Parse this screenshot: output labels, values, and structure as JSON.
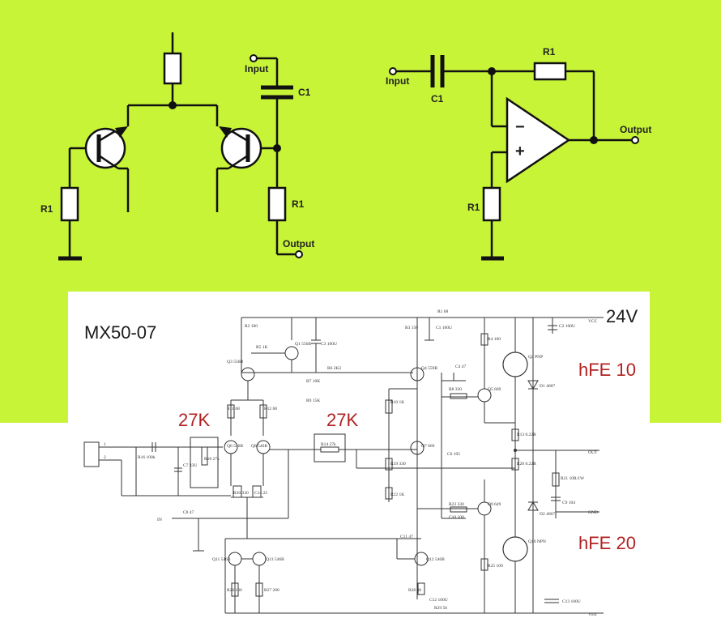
{
  "colors": {
    "green_panel": "#c7f437",
    "red_label": "#b22222",
    "wire": "#111111"
  },
  "top_left": {
    "input_label": "Input",
    "output_label": "Output",
    "capacitor_label": "C1",
    "r_emitter_label": "R1",
    "r_output_label": "R1"
  },
  "top_right": {
    "input_label": "Input",
    "output_label": "Output",
    "capacitor_label": "C1",
    "r_feedback_label": "R1",
    "r_bias_label": "R1",
    "minus": "−",
    "plus": "+"
  },
  "schematic": {
    "title": "MX50-07",
    "supply_label": "24V",
    "hfe_top": "hFE 10",
    "hfe_bottom": "hFE 20",
    "r_left_label": "27K",
    "r_mid_label": "27K",
    "parts": {
      "vcc": "VCC",
      "out": "OUT",
      "gnd": "GND",
      "in": "IN",
      "vee": "VEE",
      "r1": "R1 68",
      "c1": "C1 100U",
      "r2": "R2 100",
      "r3": "R3 150",
      "r4": "R4 100",
      "c2": "C2 100U",
      "r5": "R5 1K",
      "q1": "Q1 556B",
      "c3": "C3 100U",
      "q2": "Q2 PNP",
      "q3": "Q3 556B",
      "r6": "R6 2K2",
      "q4": "Q4 559B",
      "r7": "R7 10K",
      "c4": "C4 47",
      "r8": "R8 330",
      "q5": "Q5 669",
      "d1": "D1 4007",
      "r9": "R9 15K",
      "r11": "R11 68",
      "r12": "R12 68",
      "r10": "R10 1K",
      "r13": "R13 0.22R",
      "q6": "Q6 546B",
      "q8": "Q8 546B",
      "r14": "R14 27k",
      "r16": "R16 100k",
      "c7": "C7 33U",
      "r18": "R18 27k",
      "q7": "Q7 669",
      "c6": "C6 105",
      "r19": "R19 330",
      "r20": "R20 0.22R",
      "r21": "R21 10R/1W",
      "r30": "R30 330",
      "c14": "C14 22",
      "r22": "R22 1K",
      "r23": "R23 330",
      "c10": "C10 100",
      "q9": "Q9 649",
      "d2": "D2 4007",
      "c9": "C9 104",
      "c8": "C8 47",
      "c11": "C11 47",
      "q10": "Q10 NPN",
      "q11": "Q11 546B",
      "q12": "Q12 546B",
      "q13": "Q13 546B",
      "r25": "R25 100",
      "r26": "R26 100",
      "r27": "R27 200",
      "r28": "R28 68",
      "c12": "C12 100U",
      "c13": "C13 100U",
      "r29": "R29 56",
      "pin1": "1",
      "pin2": "2"
    }
  }
}
